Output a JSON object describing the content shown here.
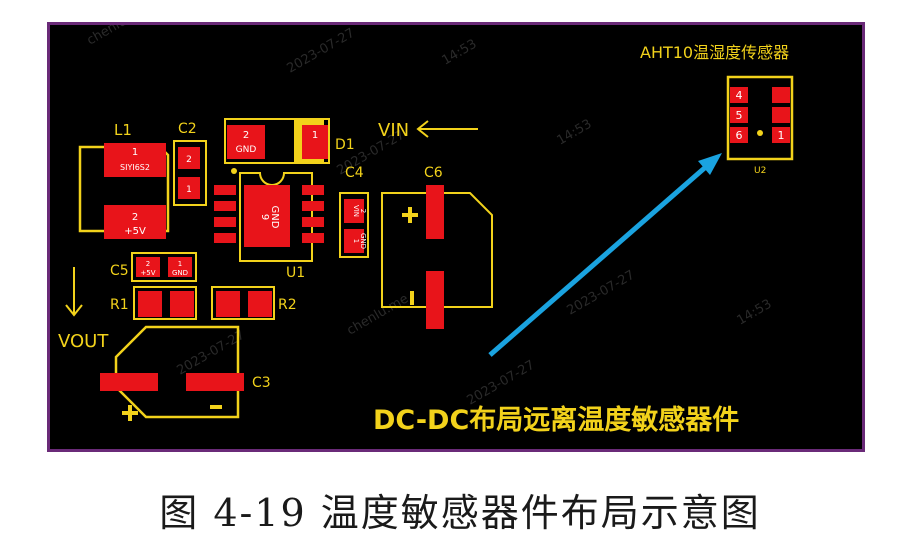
{
  "labels": {
    "l1": "L1",
    "c2": "C2",
    "d1": "D1",
    "c4": "C4",
    "c6": "C6",
    "c5": "C5",
    "r1": "R1",
    "r2": "R2",
    "u1": "U1",
    "c3": "C3",
    "vin": "VIN",
    "vout": "VOUT",
    "u2": "U2",
    "sensor_title": "AHT10温湿度传感器",
    "note": "DC-DC布局远离温度敏感器件"
  },
  "pads": {
    "l1_top": "1",
    "l1_code": "SIYI6S2",
    "l1_bot_num": "2",
    "l1_bot_net": "+5V",
    "c2_a": "2",
    "c2_b": "1",
    "d1_a_num": "2",
    "d1_a_net": "GND",
    "d1_b_num": "1",
    "u1_pin": "9",
    "u1_net": "GND",
    "c4_net_a": "VIN",
    "c4_num_a": "2",
    "c4_num_b": "1",
    "c4_net_b": "GND",
    "c5_a_num": "2",
    "c5_a_net": "+5V",
    "c5_b_num": "1",
    "c5_b_net": "GND",
    "u2_4": "4",
    "u2_5": "5",
    "u2_6": "6",
    "u2_1": "1"
  },
  "watermarks": [
    "2023-07-27",
    "14:53",
    "chenlu.me"
  ],
  "caption": "图 4-19 温度敏感器件布局示意图",
  "colors": {
    "board": "#000000",
    "border": "#6a2a78",
    "silkscreen": "#f2d21b",
    "pad": "#e8141a",
    "arrow": "#1aa3e0"
  }
}
